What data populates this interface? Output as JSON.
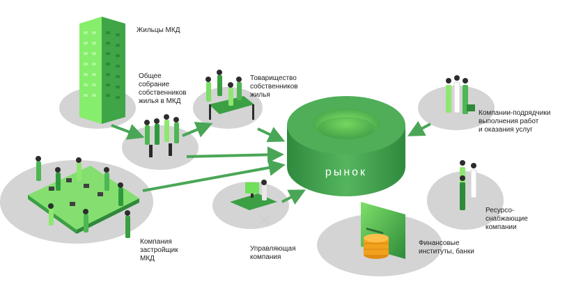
{
  "labels": {
    "residents": "Жильцы МКД",
    "general_meeting": "Общее\nсобрание\nсобственников\nжилья в МКД",
    "hoa": "Товарищество\nсобственников\nжилья",
    "contractors": "Компании-подрядчики\nвыполнения работ\nи оказания услуг",
    "developer": "Компания\nзастройщик\nМКД",
    "management_company": "Управляющая\nкомпания",
    "resource_suppliers": "Ресурсо-\nснабжающие\nкомпании",
    "financial_institutions": "Финансовые\nинституты, банки"
  },
  "market": {
    "label": "рынок"
  },
  "colors": {
    "green_bright": "#6ee05a",
    "green_dark": "#2e9a3c",
    "green_ring": "#3d9a4c",
    "disc_gray": "#d5d5d5",
    "arrow": "#4aa657",
    "coin": "#f0a21e"
  },
  "icons": {
    "building": "apartment-building-icon",
    "people": "people-group-icon",
    "desk": "office-desk-icon",
    "card": "credit-card-icon",
    "coins": "coin-stack-icon"
  }
}
